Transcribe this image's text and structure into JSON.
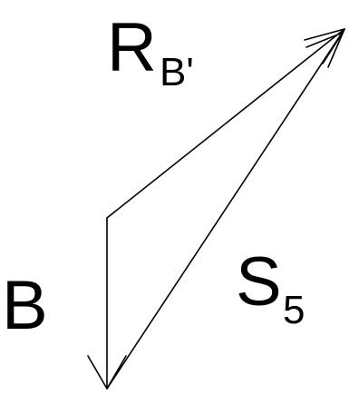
{
  "labels": {
    "r": {
      "main": "R",
      "sub": "B'"
    },
    "b": {
      "main": "B"
    },
    "s": {
      "main": "S",
      "sub": "5"
    }
  },
  "colors": {
    "ink": "#000000",
    "background": "#ffffff"
  }
}
